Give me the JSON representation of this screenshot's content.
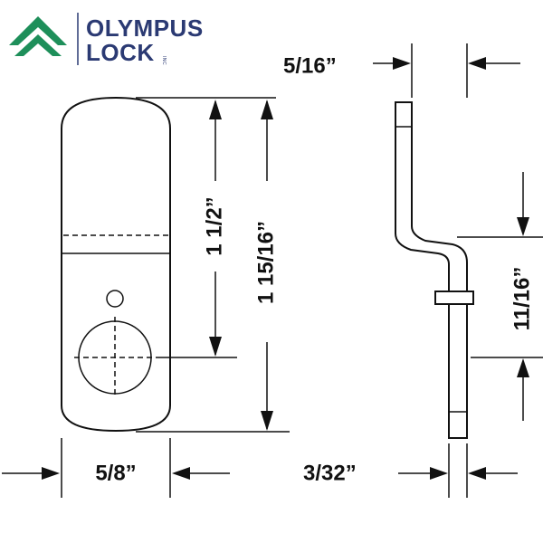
{
  "brand": {
    "name_line1": "OLYMPUS",
    "name_line2": "LOCK",
    "suffix": "INC",
    "colors": {
      "green": "#1e8f5a",
      "navy": "#2b3a73"
    }
  },
  "dimensions": {
    "front_height_to_hole": "1 1/2”",
    "front_total_height": "1 15/16”",
    "front_width": "5/8”",
    "side_offset_top": "5/16”",
    "side_lower_height": "11/16”",
    "side_thickness": "3/32”"
  }
}
